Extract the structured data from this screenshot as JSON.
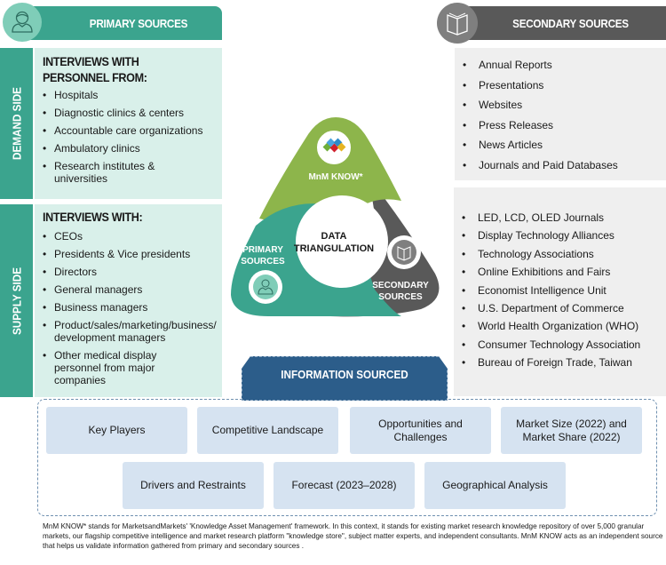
{
  "primary": {
    "header": "PRIMARY SOURCES",
    "icon": "person-icon",
    "demand": {
      "side_label": "DEMAND SIDE",
      "title": "INTERVIEWS WITH PERSONNEL FROM:",
      "items": [
        "Hospitals",
        "Diagnostic clinics & centers",
        "Accountable care organizations",
        "Ambulatory clinics",
        "Research institutes & universities"
      ]
    },
    "supply": {
      "side_label": "SUPPLY SIDE",
      "title": "INTERVIEWS WITH:",
      "items": [
        "CEOs",
        "Presidents & Vice presidents",
        "Directors",
        "General managers",
        "Business managers",
        "Product/sales/marketing/business/development managers",
        "Other medical display personnel from major companies"
      ]
    }
  },
  "secondary": {
    "header": "SECONDARY SOURCES",
    "icon": "book-icon",
    "list1": [
      "Annual Reports",
      "Presentations",
      "Websites",
      "Press Releases",
      "News Articles",
      "Journals and Paid Databases"
    ],
    "list2": [
      "LED, LCD, OLED Journals",
      "Display Technology Alliances",
      "Technology Associations",
      "Online Exhibitions and Fairs",
      "Economist Intelligence Unit",
      "U.S. Department of Commerce",
      "World Health Organization (WHO)",
      "Consumer Technology Association",
      "Bureau of Foreign Trade, Taiwan"
    ]
  },
  "triangle": {
    "center_line1": "DATA",
    "center_line2": "TRIANGULATION",
    "top_label": "MnM KNOW*",
    "left_line1": "PRIMARY",
    "left_line2": "SOURCES",
    "right_line1": "SECONDARY",
    "right_line2": "SOURCES",
    "colors": {
      "green": "#8db54b",
      "teal": "#3ba48e",
      "grey": "#595959"
    }
  },
  "info": {
    "title": "INFORMATION SOURCED",
    "row1": [
      "Key Players",
      "Competitive Landscape",
      "Opportunities and Challenges",
      "Market Size (2022) and Market Share (2022)"
    ],
    "row2": [
      "Drivers and Restraints",
      "Forecast (2023–2028)",
      "Geographical Analysis"
    ]
  },
  "footnote": "MnM KNOW* stands for MarketsandMarkets' 'Knowledge Asset Management' framework. In this context, it stands for existing market research knowledge repository of over 5,000 granular markets, our flagship competitive intelligence and market research platform \"knowledge store\", subject matter experts, and independent consultants. MnM KNOW acts as an independent source that helps us validate information gathered from primary and secondary sources ."
}
